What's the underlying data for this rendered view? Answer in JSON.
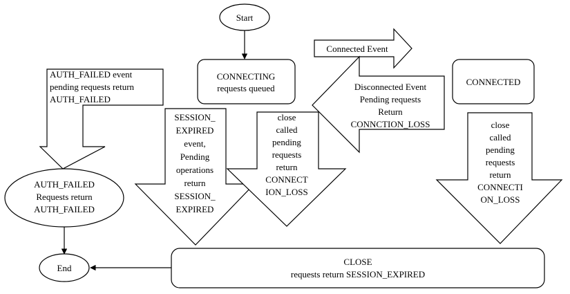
{
  "nodes": {
    "start": "Start",
    "connecting": [
      "CONNECTING",
      "requests queued"
    ],
    "connected": "CONNECTED",
    "auth_failed": [
      "AUTH_FAILED",
      "Requests return",
      "AUTH_FAILED"
    ],
    "end": "End",
    "close": [
      "CLOSE",
      "requests return SESSION_EXPIRED"
    ]
  },
  "transitions": {
    "connected_event": "Connected Event",
    "disconnected_event": [
      "Disconnected Event",
      "Pending requests",
      "Return",
      "CONNCTION_LOSS"
    ],
    "auth_failed_event": [
      "AUTH_FAILED event",
      "pending requests return",
      "AUTH_FAILED"
    ],
    "session_expired_event": [
      "SESSION_",
      "EXPIRED",
      "event,",
      "Pending",
      "operations",
      "return",
      "SESSION_",
      "EXPIRED"
    ],
    "close_from_connecting": [
      "close",
      "called",
      "pending",
      "requests",
      "return",
      "CONNECT",
      "ION_LOSS"
    ],
    "close_from_connected": [
      "close",
      "called",
      "pending",
      "requests",
      "return",
      "CONNECTI",
      "ON_LOSS"
    ]
  }
}
